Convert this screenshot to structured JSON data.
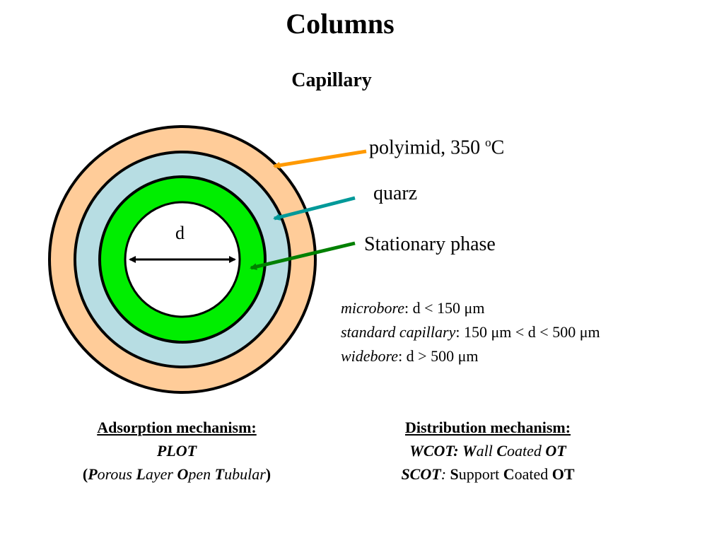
{
  "title": "Columns",
  "subtitle": "Capillary",
  "colors": {
    "polyimid": "#ffcc99",
    "quarz": "#b7dde3",
    "stationary": "#00ee00",
    "arrow_polyimid": "#ff9900",
    "arrow_quarz": "#009999",
    "arrow_stationary": "#008000"
  },
  "diagram": {
    "diameter_label": "d",
    "labels": {
      "polyimid": "polyimid, 350 ",
      "polyimid_sup": "o",
      "polyimid_unit": "C",
      "quarz": "quarz",
      "stationary": "Stationary phase"
    }
  },
  "sizes": [
    {
      "name": "microbore",
      "rest": ": d < 150 μm"
    },
    {
      "name": "standard capillary",
      "rest": ": 150 μm < d <  500 μm"
    },
    {
      "name": "widebore",
      "rest": ": d > 500 μm"
    }
  ],
  "adsorption": {
    "heading": "Adsorption mechanism: ",
    "acronym": "PLOT",
    "open_paren": "(",
    "w1_initial": "P",
    "w1_rest": "orous ",
    "w2_initial": "L",
    "w2_rest": "ayer ",
    "w3_initial": "O",
    "w3_rest": "pen ",
    "w4_initial": "T",
    "w4_rest": "ubular",
    "close_paren": ")"
  },
  "distribution": {
    "heading": "Distribution mechanism:",
    "wcot_acronym": "WCOT:",
    "wcot_w1_initial": "W",
    "wcot_w1_rest": "all ",
    "wcot_w2_initial": "C",
    "wcot_w2_rest": "oated ",
    "wcot_w3": "OT",
    "scot_acronym": "SCOT",
    "scot_colon": ": ",
    "scot_w1_initial": "S",
    "scot_w1_rest": "upport ",
    "scot_w2_initial": "C",
    "scot_w2_rest": "oated ",
    "scot_w3": "OT"
  }
}
